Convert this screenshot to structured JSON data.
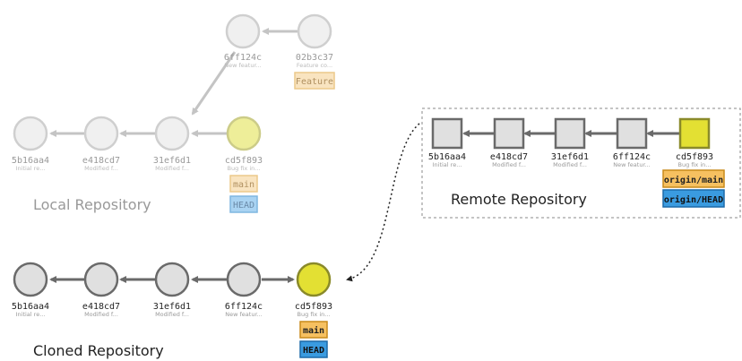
{
  "colors": {
    "faded_node_fill": "#f0f0f0",
    "faded_node_stroke": "#cfcfcf",
    "node_fill": "#e0e0e0",
    "node_stroke": "#6a6a6a",
    "head_fill_active": "#e3e033",
    "head_stroke_active": "#8a8a2a",
    "head_fill_faded": "#eeee99",
    "head_stroke_faded": "#cccc88",
    "branch_fill": "#f6c060",
    "branch_stroke": "#c98a1a",
    "head_badge_fill": "#3a9be0",
    "head_badge_stroke": "#1d6aa8",
    "arrow_faded": "#c4c4c4",
    "arrow": "#6a6a6a",
    "text_dark": "#222222",
    "text_faded": "#999999"
  },
  "local": {
    "title": "Local Repository",
    "feature_commits": [
      {
        "sha": "6ff124c",
        "msg": "New featur..."
      },
      {
        "sha": "02b3c37",
        "msg": "Feature co..."
      }
    ],
    "feature_badge": "Feature",
    "main_commits": [
      {
        "sha": "5b16aa4",
        "msg": "Initial re..."
      },
      {
        "sha": "e418cd7",
        "msg": "Modified f..."
      },
      {
        "sha": "31ef6d1",
        "msg": "Modified f..."
      },
      {
        "sha": "cd5f893",
        "msg": "Bug fix in..."
      }
    ],
    "branch_badge": "main",
    "head_badge": "HEAD"
  },
  "cloned": {
    "title": "Cloned Repository",
    "commits": [
      {
        "sha": "5b16aa4",
        "msg": "Initial re..."
      },
      {
        "sha": "e418cd7",
        "msg": "Modified f..."
      },
      {
        "sha": "31ef6d1",
        "msg": "Modified f..."
      },
      {
        "sha": "6ff124c",
        "msg": "New featur..."
      },
      {
        "sha": "cd5f893",
        "msg": "Bug fix in..."
      }
    ],
    "branch_badge": "main",
    "head_badge": "HEAD"
  },
  "remote": {
    "title": "Remote Repository",
    "commits": [
      {
        "sha": "5b16aa4",
        "msg": "Initial re..."
      },
      {
        "sha": "e418cd7",
        "msg": "Modified f..."
      },
      {
        "sha": "31ef6d1",
        "msg": "Modified f..."
      },
      {
        "sha": "6ff124c",
        "msg": "New featur..."
      },
      {
        "sha": "cd5f893",
        "msg": "Bug fix in..."
      }
    ],
    "branch_badge": "origin/main",
    "head_badge": "origin/HEAD"
  }
}
